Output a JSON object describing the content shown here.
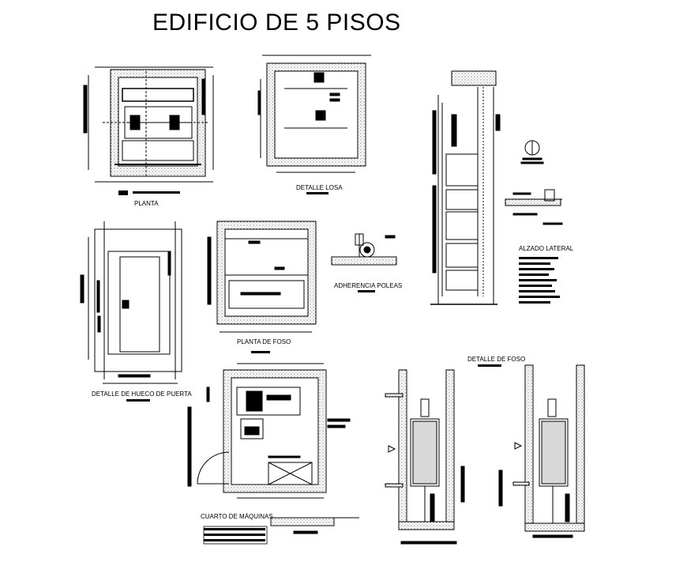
{
  "title": "EDIFICIO DE  5  PISOS",
  "labels": {
    "planta": "PLANTA",
    "detalle_losa": "DETALLE LOSA",
    "alzado_lateral": "ALZADO LATERAL",
    "adherencia_poleas": "ADHERENCIA POLEAS",
    "planta_de_foso": "PLANTA DE FOSO",
    "detalle_hueco_puerta": "DETALLE DE HUECO DE PUERTA",
    "cuarto_de_maquinas": "CUARTO DE MÁQUINAS",
    "detalle_de_foso": "DETALLE DE FOSO"
  },
  "colors": {
    "line": "#000000",
    "hatch": "#9a9a9a",
    "background": "#ffffff"
  }
}
